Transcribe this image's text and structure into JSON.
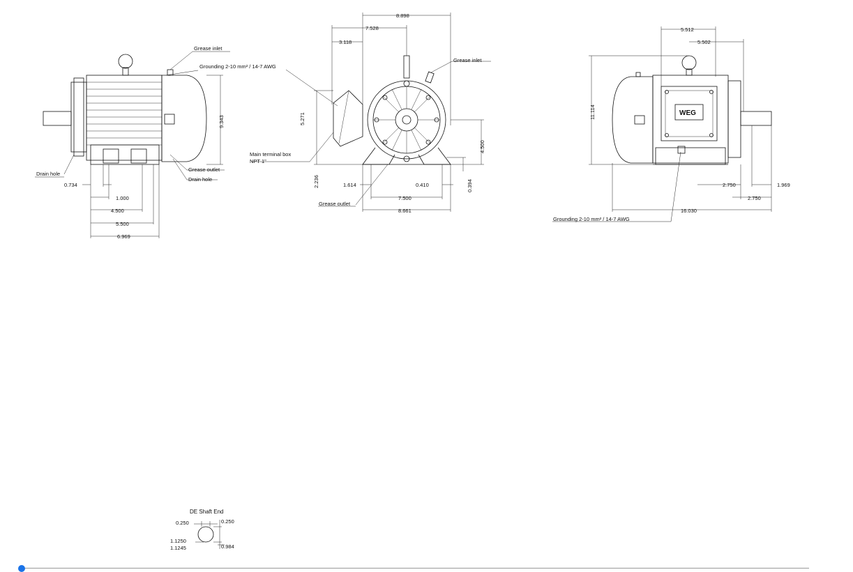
{
  "colors": {
    "line": "#111111",
    "accent": "#1a73e8",
    "rule": "#999999"
  },
  "icons": {
    "footer": "blue-dot-icon",
    "logo": "weg-logo-icon"
  },
  "logo_text": "WEG",
  "side_view": {
    "labels": {
      "grease_inlet": "Grease inlet",
      "grounding": "Grounding 2-10 mm² / 14-7 AWG",
      "grease_outlet": "Grease outlet",
      "drain_hole_right": "Drain hole",
      "drain_hole_left": "Drain hole"
    },
    "dims": {
      "height": "9.343",
      "d1": "0.734",
      "d2": "1.000",
      "d3": "4.500",
      "d4": "5.500",
      "d5": "6.969"
    }
  },
  "front_view": {
    "labels": {
      "grease_inlet": "Grease inlet",
      "terminal_box_1": "Main terminal box",
      "terminal_box_2": "NPT 1\"",
      "grease_outlet": "Grease outlet"
    },
    "dims": {
      "top1": "8.898",
      "top2": "7.528",
      "top3": "3.118",
      "box_h": "5.271",
      "shaft_h": "4.500",
      "foot_h": "2.236",
      "foot_t": "0.394",
      "d1": "1.614",
      "d2": "0.410",
      "d3": "7.500",
      "d4": "8.661"
    }
  },
  "rear_view": {
    "labels": {
      "grounding": "Grounding 2-10 mm² / 14-7 AWG"
    },
    "dims": {
      "top1": "5.512",
      "top2": "5.502",
      "height": "11.114",
      "d1": "2.750",
      "d2": "1.969",
      "d3": "2.750",
      "overall": "16.030"
    }
  },
  "shaft_end": {
    "title": "DE Shaft End",
    "dims": {
      "key_w": "0.250",
      "key_d": "0.250",
      "dia_max": "1.1250",
      "dia_min": "1.1245",
      "len": "0.984"
    }
  }
}
